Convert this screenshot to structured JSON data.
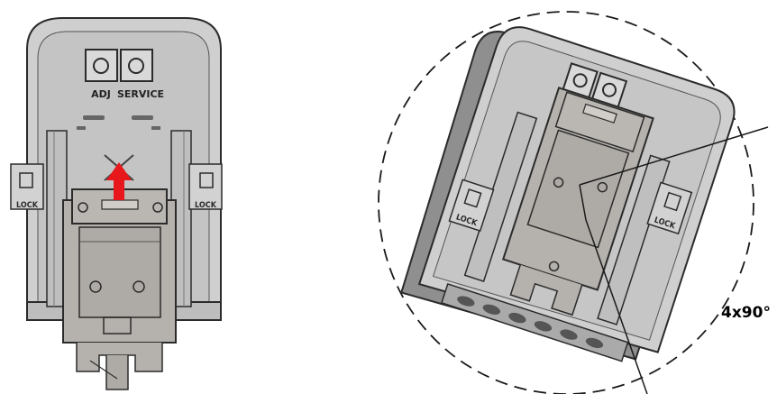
{
  "left_view": {
    "buttons": [
      {
        "label": "ADJ"
      },
      {
        "label": "SERVICE"
      }
    ],
    "lock_left": "LOCK",
    "lock_right": "LOCK",
    "arrow_color": "#e8171c",
    "arrow_icon": "blocked-arrow-up-icon"
  },
  "right_view": {
    "lock_left": "LOCK",
    "lock_right": "LOCK",
    "rotation_label": "4x90°",
    "circle_style": "dashed"
  },
  "colors": {
    "housing": "#cfcfcf",
    "housing_dark": "#8f8f8f",
    "bracket": "#b5b2ad",
    "outline": "#2b2b2b"
  }
}
